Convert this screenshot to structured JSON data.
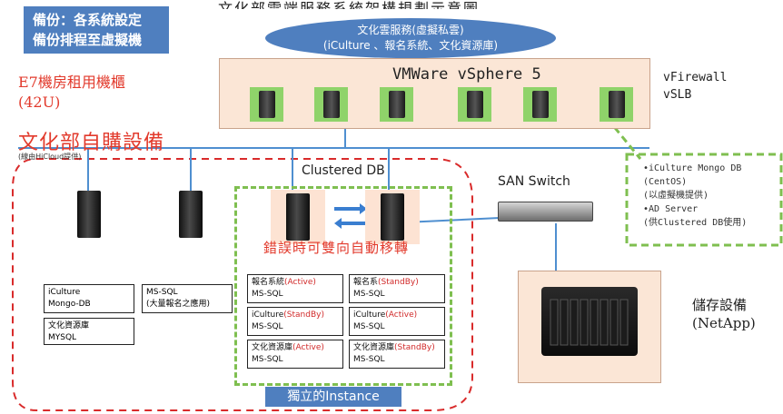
{
  "header": {
    "cut_text": "文化部雲端服務系統架構規劃示意圖"
  },
  "backup_note": {
    "line1": "備份：各系統設定",
    "line2": "備份排程至虛擬機"
  },
  "cabinet": {
    "line1": "E7機房租用機櫃",
    "line2": "(42U)"
  },
  "self_purchased": {
    "title": "文化部自購設備",
    "sub": "(線由HiCloud提供)"
  },
  "cloud": {
    "line1": "文化雲服務(虛擬私雲)",
    "line2": "(iCulture 、報名系統、文化資源庫)"
  },
  "vsphere": {
    "title": "VMWare vSphere 5"
  },
  "network": {
    "line1": "vFirewall",
    "line2": "vSLB"
  },
  "clustered_db": {
    "label": "Clustered DB"
  },
  "san_switch": {
    "label": "SAN Switch"
  },
  "mongo_panel": {
    "line1": "•iCulture Mongo DB",
    "line2": "(CentOS)",
    "line3": "(以虛擬機提供)",
    "line4": "•AD Server",
    "line5": "(供Clustered DB使用)"
  },
  "failover": {
    "label": "錯誤時可雙向自動移轉"
  },
  "instances": [
    {
      "name": "報名系統",
      "state": "(Active)",
      "db": "MS-SQL"
    },
    {
      "name": "報名系",
      "state": "(StandBy)",
      "db": "MS-SQL"
    },
    {
      "name": "iCulture",
      "state": "(StandBy)",
      "db": "MS-SQL"
    },
    {
      "name": "iCulture",
      "state": "(Active)",
      "db": "MS-SQL"
    },
    {
      "name": "文化資源庫",
      "state": "(Active)",
      "db": "MS-SQL"
    },
    {
      "name": "文化資源庫",
      "state": "(StandBy)",
      "db": "MS-SQL"
    }
  ],
  "instance_tag": "獨立的Instance",
  "notes": [
    {
      "line1": "iCulture",
      "line2": "Mongo-DB"
    },
    {
      "line1": "MS-SQL",
      "line2": "(大量報名之應用)"
    },
    {
      "line1": "文化資源庫",
      "line2": "MYSQL"
    }
  ],
  "storage": {
    "line1": "儲存設備",
    "line2": "(NetApp)"
  },
  "colors": {
    "accent_blue": "#4f7fbf",
    "red": "#e23a2c",
    "green": "#7fbf50",
    "peach": "#fbe6d6",
    "vm_green": "#8fd36a"
  }
}
